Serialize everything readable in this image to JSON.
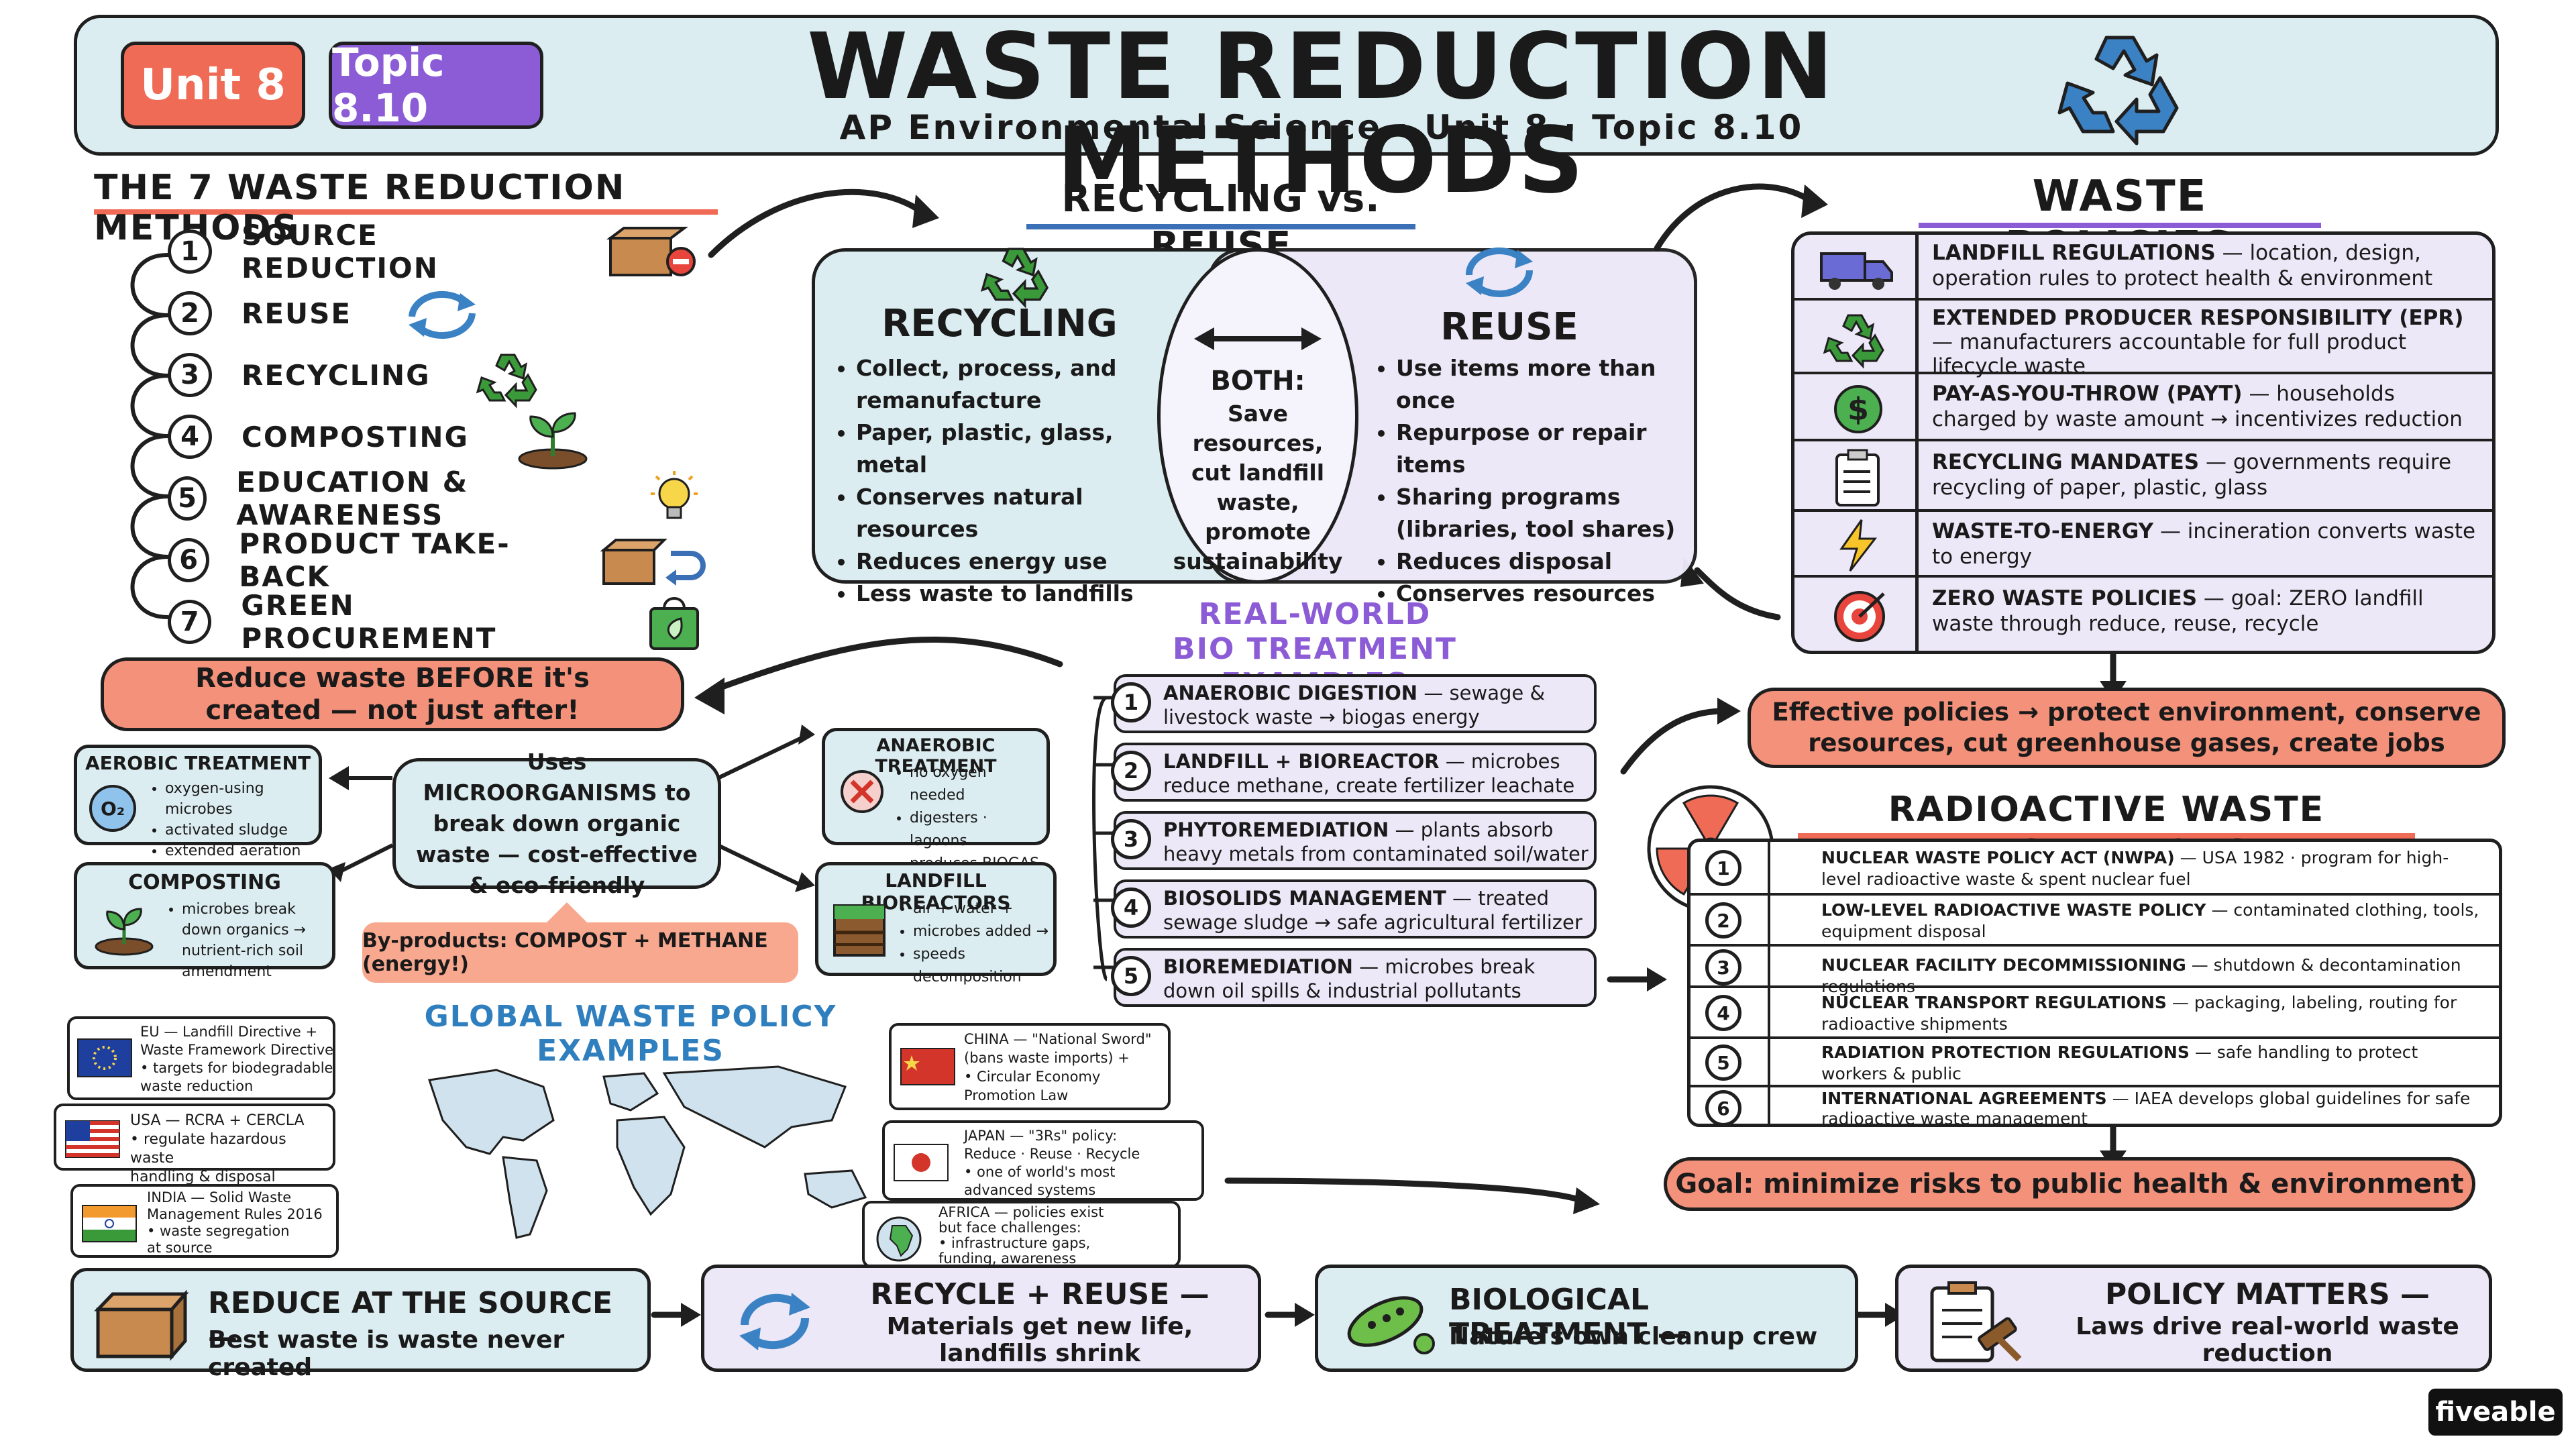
{
  "header": {
    "unit_badge": "Unit 8",
    "topic_badge": "Topic 8.10",
    "title": "WASTE REDUCTION METHODS",
    "subtitle": "AP Environmental Science · Unit 8 · Topic 8.10"
  },
  "methods": {
    "heading": "THE 7 WASTE REDUCTION METHODS",
    "items": [
      {
        "num": "1",
        "label": "SOURCE REDUCTION",
        "icon": "box-minus-icon"
      },
      {
        "num": "2",
        "label": "REUSE",
        "icon": "cycle-arrows-icon"
      },
      {
        "num": "3",
        "label": "RECYCLING",
        "icon": "recycle-icon"
      },
      {
        "num": "4",
        "label": "COMPOSTING",
        "icon": "sprout-icon"
      },
      {
        "num": "5",
        "label": "EDUCATION & AWARENESS",
        "icon": "lightbulb-icon"
      },
      {
        "num": "6",
        "label": "PRODUCT TAKE-BACK",
        "icon": "box-return-icon"
      },
      {
        "num": "7",
        "label": "GREEN PROCUREMENT",
        "icon": "green-bag-icon"
      }
    ],
    "callout": "Reduce waste BEFORE it's created — not just after!"
  },
  "venn": {
    "heading": "RECYCLING vs. REUSE",
    "recycling_title": "RECYCLING",
    "recycling_items": [
      "Collect, process, and remanufacture",
      "Paper, plastic, glass, metal",
      "Conserves natural resources",
      "Reduces energy use",
      "Less waste to landfills"
    ],
    "both_title": "BOTH:",
    "both_text": "Save resources, cut landfill waste, promote sustainability",
    "reuse_title": "REUSE",
    "reuse_items": [
      "Use items more than once",
      "Repurpose or repair items",
      "Sharing programs (libraries, tool shares)",
      "Reduces disposal",
      "Conserves resources"
    ]
  },
  "policies": {
    "heading": "WASTE POLICIES",
    "rows": [
      {
        "icon": "truck-icon",
        "title": "LANDFILL REGULATIONS",
        "text": "— location, design, operation rules to protect health & environment"
      },
      {
        "icon": "recycle-icon",
        "title": "EXTENDED PRODUCER RESPONSIBILITY (EPR)",
        "text": "— manufacturers accountable for full product lifecycle waste"
      },
      {
        "icon": "dollar-icon",
        "title": "PAY-AS-YOU-THROW (PAYT)",
        "text": "— households charged by waste amount → incentivizes reduction"
      },
      {
        "icon": "clipboard-icon",
        "title": "RECYCLING MANDATES",
        "text": "— governments require recycling of paper, plastic, glass"
      },
      {
        "icon": "lightning-icon",
        "title": "WASTE-TO-ENERGY",
        "text": "— incineration converts waste to energy"
      },
      {
        "icon": "target-icon",
        "title": "ZERO WASTE POLICIES",
        "text": "— goal: ZERO landfill waste through reduce, reuse, recycle"
      }
    ],
    "callout": "Effective policies → protect environment, conserve resources, cut greenhouse gases, create jobs"
  },
  "bio": {
    "center_text_a": "Uses ",
    "center_text_b": "MICROORGANISMS",
    "center_text_c": " to break down organic waste — cost-effective & eco-friendly",
    "byproducts": "By-products: COMPOST + METHANE (energy!)",
    "aerobic_title": "AEROBIC TREATMENT",
    "aerobic_items": [
      "oxygen-using microbes",
      "activated sludge",
      "extended aeration"
    ],
    "aerobic_icon_label": "O₂",
    "composting_title": "COMPOSTING",
    "composting_items": [
      "microbes break down organics → nutrient-rich soil amendment"
    ],
    "anaerobic_title": "ANAEROBIC TREATMENT",
    "anaerobic_items": [
      "no oxygen needed",
      "digesters · lagoons",
      "produces BIOGAS"
    ],
    "bioreactor_title": "LANDFILL BIOREACTORS",
    "bioreactor_items": [
      "air + water +",
      "microbes added →",
      "speeds decomposition"
    ]
  },
  "realworld": {
    "heading_1": "REAL-WORLD",
    "heading_2": "BIO TREATMENT EXAMPLES",
    "items": [
      {
        "num": "1",
        "title": "ANAEROBIC DIGESTION",
        "text": "— sewage & livestock waste → biogas energy"
      },
      {
        "num": "2",
        "title": "LANDFILL + BIOREACTOR",
        "text": "— microbes reduce methane, create fertilizer leachate"
      },
      {
        "num": "3",
        "title": "PHYTOREMEDIATION",
        "text": "— plants absorb heavy metals from contaminated soil/water"
      },
      {
        "num": "4",
        "title": "BIOSOLIDS MANAGEMENT",
        "text": "— treated sewage sludge → safe agricultural fertilizer"
      },
      {
        "num": "5",
        "title": "BIOREMEDIATION",
        "text": "— microbes break down oil spills & industrial pollutants"
      }
    ]
  },
  "radioactive": {
    "heading": "RADIOACTIVE WASTE REGULATIONS",
    "rows": [
      {
        "num": "1",
        "title": "NUCLEAR WASTE POLICY ACT (NWPA)",
        "text": "— USA 1982 · program for high-level radioactive waste & spent nuclear fuel"
      },
      {
        "num": "2",
        "title": "LOW-LEVEL RADIOACTIVE WASTE POLICY",
        "text": "— contaminated clothing, tools, equipment disposal"
      },
      {
        "num": "3",
        "title": "NUCLEAR FACILITY DECOMMISSIONING",
        "text": "— shutdown & decontamination regulations"
      },
      {
        "num": "4",
        "title": "NUCLEAR TRANSPORT REGULATIONS",
        "text": "— packaging, labeling, routing for radioactive shipments"
      },
      {
        "num": "5",
        "title": "RADIATION PROTECTION REGULATIONS",
        "text": "— safe handling to protect workers & public"
      },
      {
        "num": "6",
        "title": "INTERNATIONAL AGREEMENTS",
        "text": "— IAEA develops global guidelines for safe radioactive waste management"
      }
    ],
    "goal": "Goal: minimize risks to public health & environment"
  },
  "global": {
    "heading": "GLOBAL WASTE POLICY EXAMPLES",
    "eu": {
      "flag": "eu-flag-icon",
      "lines": [
        "EU — Landfill Directive +",
        "Waste Framework Directive",
        "• targets for biodegradable",
        "waste reduction"
      ]
    },
    "usa": {
      "flag": "usa-flag-icon",
      "lines": [
        "USA — RCRA + CERCLA",
        "• regulate hazardous waste",
        "handling & disposal"
      ]
    },
    "india": {
      "flag": "india-flag-icon",
      "lines": [
        "INDIA — Solid Waste",
        "Management Rules 2016",
        "• waste segregation",
        "at source"
      ]
    },
    "china": {
      "flag": "china-flag-icon",
      "lines": [
        "CHINA — \"National Sword\"",
        "(bans waste imports) +",
        "• Circular Economy",
        "Promotion Law"
      ]
    },
    "japan": {
      "flag": "japan-flag-icon",
      "lines": [
        "JAPAN — \"3Rs\" policy:",
        "Reduce · Reuse · Recycle",
        "• one of world's most",
        "advanced systems"
      ]
    },
    "africa": {
      "flag": "africa-icon",
      "lines": [
        "AFRICA — policies exist",
        "but face challenges:",
        "• infrastructure gaps,",
        "funding, awareness"
      ]
    }
  },
  "bottom": [
    {
      "icon": "box-icon",
      "title": "REDUCE AT THE SOURCE —",
      "text": "Best waste is waste never created"
    },
    {
      "icon": "cycle-arrows-icon",
      "title": "RECYCLE + REUSE —",
      "text": "Materials get new life, landfills shrink"
    },
    {
      "icon": "microbe-icon",
      "title": "BIOLOGICAL TREATMENT —",
      "text": "Nature's own cleanup crew"
    },
    {
      "icon": "gavel-clipboard-icon",
      "title": "POLICY MATTERS —",
      "text": "Laws drive real-world waste reduction"
    }
  ],
  "brand": "fiveable",
  "colors": {
    "red": "#f06b55",
    "purple": "#8b5cd6",
    "blue": "#3b6fb6",
    "green": "#3a9a3a",
    "cyan_bg": "#dcedf1",
    "lavender_bg": "#ece8f7",
    "salmon": "#f4917a"
  }
}
